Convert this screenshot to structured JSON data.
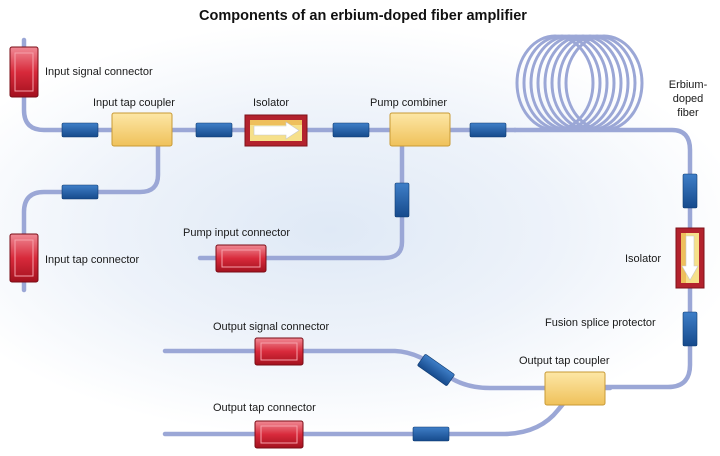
{
  "title": "Components of an erbium-doped fiber amplifier",
  "labels": {
    "input_signal_connector": "Input signal connector",
    "input_tap_coupler": "Input tap coupler",
    "isolator_top": "Isolator",
    "pump_combiner": "Pump combiner",
    "erbium_line1": "Erbium-",
    "erbium_line2": "doped",
    "erbium_line3": "fiber",
    "pump_input_connector": "Pump input connector",
    "input_tap_connector": "Input tap connector",
    "isolator_right": "Isolator",
    "fusion_splice_protector": "Fusion splice protector",
    "output_signal_connector": "Output signal connector",
    "output_tap_coupler": "Output tap coupler",
    "output_tap_connector": "Output tap connector"
  },
  "colors": {
    "fiber": "#9ba7d6",
    "splice": "#1f5ea8",
    "coupler": "#f7d37a",
    "connector": "#d12a3a",
    "isolator_frame": "#b3222d",
    "isolator_fill": "#f6e08a"
  }
}
